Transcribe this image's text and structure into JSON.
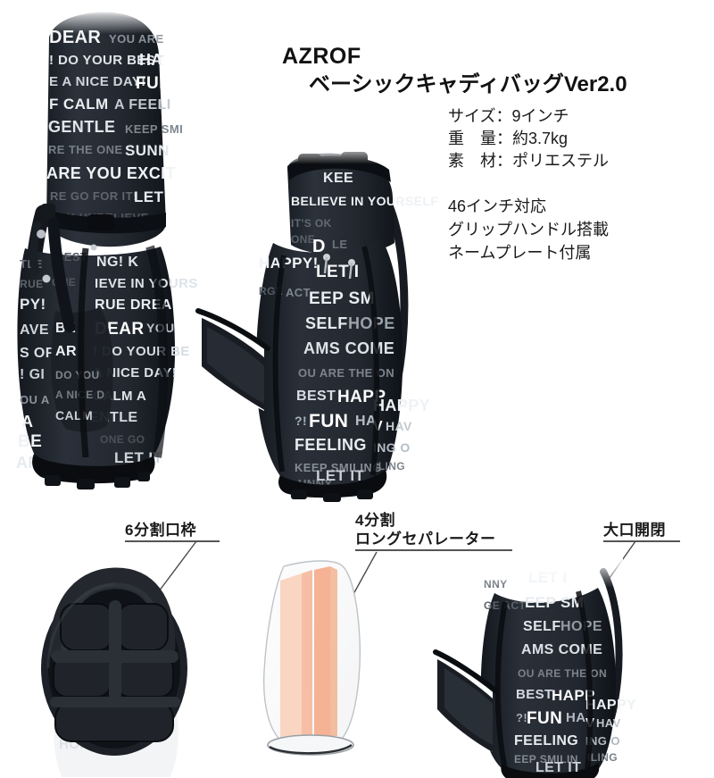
{
  "header": {
    "brand": "AZROF",
    "product_name": "ベーシックキャディバッグVer2.0"
  },
  "specs": {
    "rows": [
      "サイズ：9インチ",
      "重　量：約3.7kg",
      "素　材：ポリエステル"
    ],
    "extra_rows": [
      "46インチ対応",
      "グリップハンドル搭載",
      "ネームプレート付属"
    ]
  },
  "features": [
    {
      "id": "six-way-top",
      "label_lines": [
        "6分割口枠"
      ]
    },
    {
      "id": "long-separator",
      "label_lines": [
        "4分割",
        "ロングセパレーター"
      ]
    },
    {
      "id": "wide-opening",
      "label_lines": [
        "大口開閉"
      ]
    }
  ],
  "colors": {
    "bag_body": "#262b33",
    "bag_body_dark": "#161a20",
    "bag_trim_black": "#0e1013",
    "pattern_text_light": "#e8ecef",
    "pattern_text_dim": "#6d757f",
    "separator_fill": "#f4a683",
    "separator_fill_light": "#f8c4ab",
    "rule": "#555555",
    "text": "#1a1a1a",
    "background": "#ffffff"
  },
  "bag_pattern_words": [
    "DEAR",
    "YOU ARE",
    "DO YOUR BEST",
    "HAVE A NICE DAY!",
    "FUN",
    "CALM",
    "A FEELING",
    "GENTLE",
    "KEEP SMILING",
    "ARE THE ONE",
    "SUNNY",
    "ARE YOU EXCITED",
    "LET IT",
    "BELIEVE IN YOURSELF",
    "TRUE DREAMS COME",
    "HAPPY!",
    "KEEP SMILING!",
    "SELF HOPE",
    "AMS COME",
    "BEST HAPPY",
    "FEELING",
    "LET IT",
    "GO FOR IT!",
    "UNBELIEVABLE"
  ]
}
